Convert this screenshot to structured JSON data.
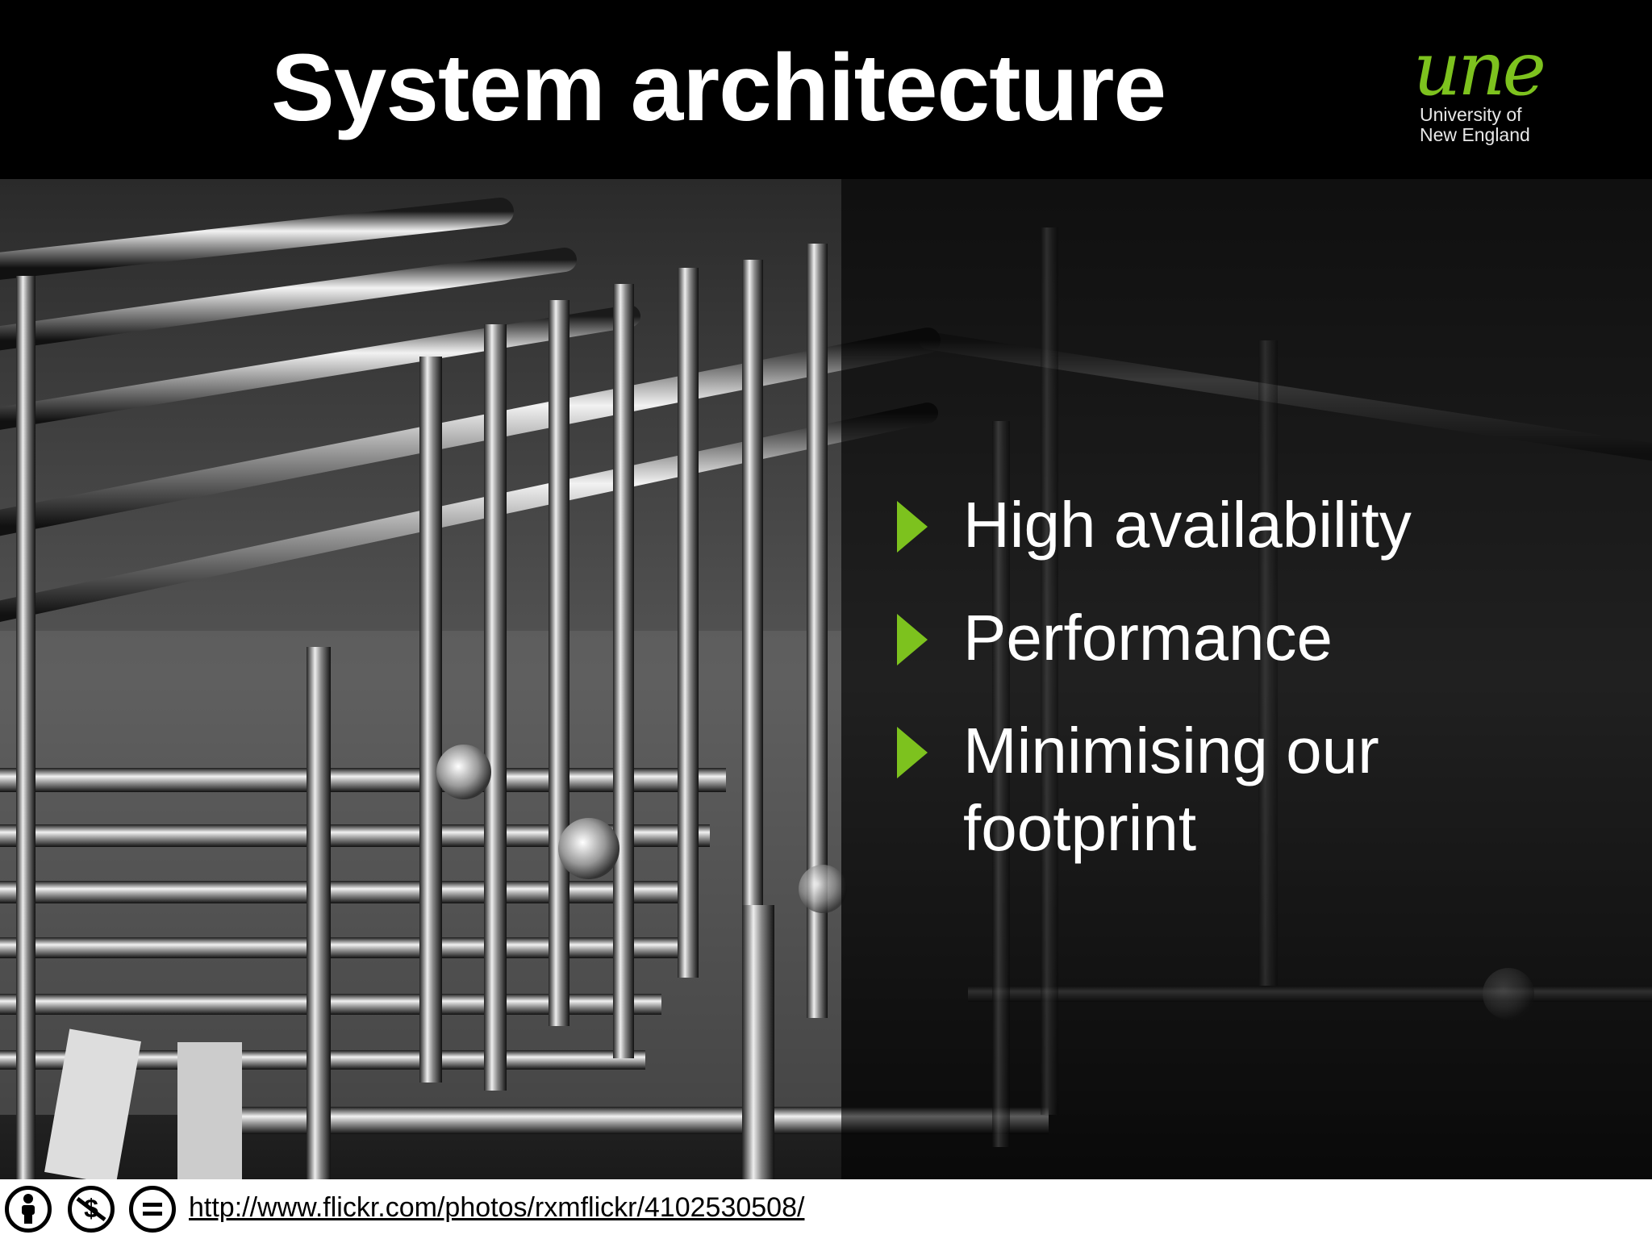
{
  "slide": {
    "title": "System architecture",
    "logo": {
      "mark": "une",
      "line1": "University of",
      "line2": "New England"
    },
    "bullets": [
      "High availability",
      "Performance",
      "Minimising our footprint"
    ],
    "image_credit_url": "http://www.flickr.com/photos/rxmflickr/4102530508/",
    "license_icons": [
      "cc-by-icon",
      "cc-nc-icon",
      "cc-nd-icon"
    ],
    "colors": {
      "accent": "#7dc21e",
      "background": "#000000",
      "text": "#ffffff"
    }
  }
}
